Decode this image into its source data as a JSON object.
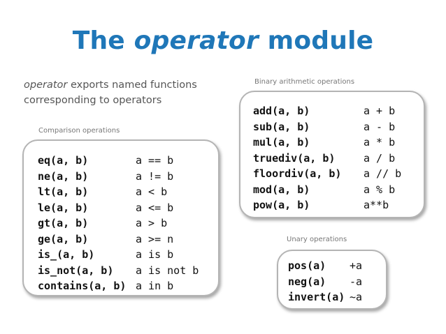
{
  "title": {
    "prefix": "The ",
    "emphasis": "operator",
    "suffix": " module"
  },
  "intro": {
    "emphasis": "operator",
    "text": " exports named functions corresponding to operators"
  },
  "comparison": {
    "caption": "Comparison operations",
    "rows": [
      {
        "fn": "eq(a, b)",
        "expr": "a == b"
      },
      {
        "fn": "ne(a, b)",
        "expr": "a != b"
      },
      {
        "fn": "lt(a, b)",
        "expr": "a < b"
      },
      {
        "fn": "le(a, b)",
        "expr": "a <= b"
      },
      {
        "fn": "gt(a, b)",
        "expr": "a > b"
      },
      {
        "fn": "ge(a, b)",
        "expr": "a >= n"
      },
      {
        "fn": "is_(a, b)",
        "expr": "a is b"
      },
      {
        "fn": "is_not(a, b)",
        "expr": "a is not b"
      },
      {
        "fn": "contains(a, b)",
        "expr": "a in b"
      }
    ]
  },
  "binary": {
    "caption": "Binary arithmetic operations",
    "rows": [
      {
        "fn": "add(a, b)",
        "expr": "a + b"
      },
      {
        "fn": "sub(a, b)",
        "expr": "a - b"
      },
      {
        "fn": "mul(a, b)",
        "expr": "a * b"
      },
      {
        "fn": "truediv(a, b)",
        "expr": "a / b"
      },
      {
        "fn": "floordiv(a, b)",
        "expr": "a // b"
      },
      {
        "fn": "mod(a, b)",
        "expr": "a % b"
      },
      {
        "fn": "pow(a, b)",
        "expr": "a**b"
      }
    ]
  },
  "unary": {
    "caption": "Unary operations",
    "rows": [
      {
        "fn": "pos(a)",
        "expr": "+a"
      },
      {
        "fn": "neg(a)",
        "expr": "-a"
      },
      {
        "fn": "invert(a)",
        "expr": "~a"
      }
    ]
  },
  "colors": {
    "title": "#1f77b8",
    "box_border": "#b4b4b4"
  }
}
